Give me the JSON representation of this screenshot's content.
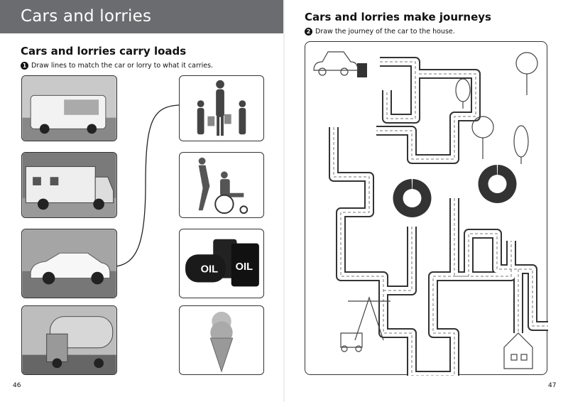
{
  "left_page": {
    "banner_title": "Cars and lorries",
    "heading": "Cars and lorries carry loads",
    "activity": {
      "number": "1",
      "instruction": "Draw lines to match the car or lorry to what it carries."
    },
    "vehicles": [
      "ice-cream-van",
      "ambulance",
      "car",
      "tanker-lorry"
    ],
    "loads": [
      "family",
      "wheelchair-patient",
      "oil-barrels",
      "ice-cream-cone"
    ],
    "barrel_label": "OIL",
    "page_number": "46"
  },
  "right_page": {
    "heading": "Cars and lorries make journeys",
    "activity": {
      "number": "2",
      "instruction": "Draw the journey of the car to the house."
    },
    "page_number": "47"
  }
}
